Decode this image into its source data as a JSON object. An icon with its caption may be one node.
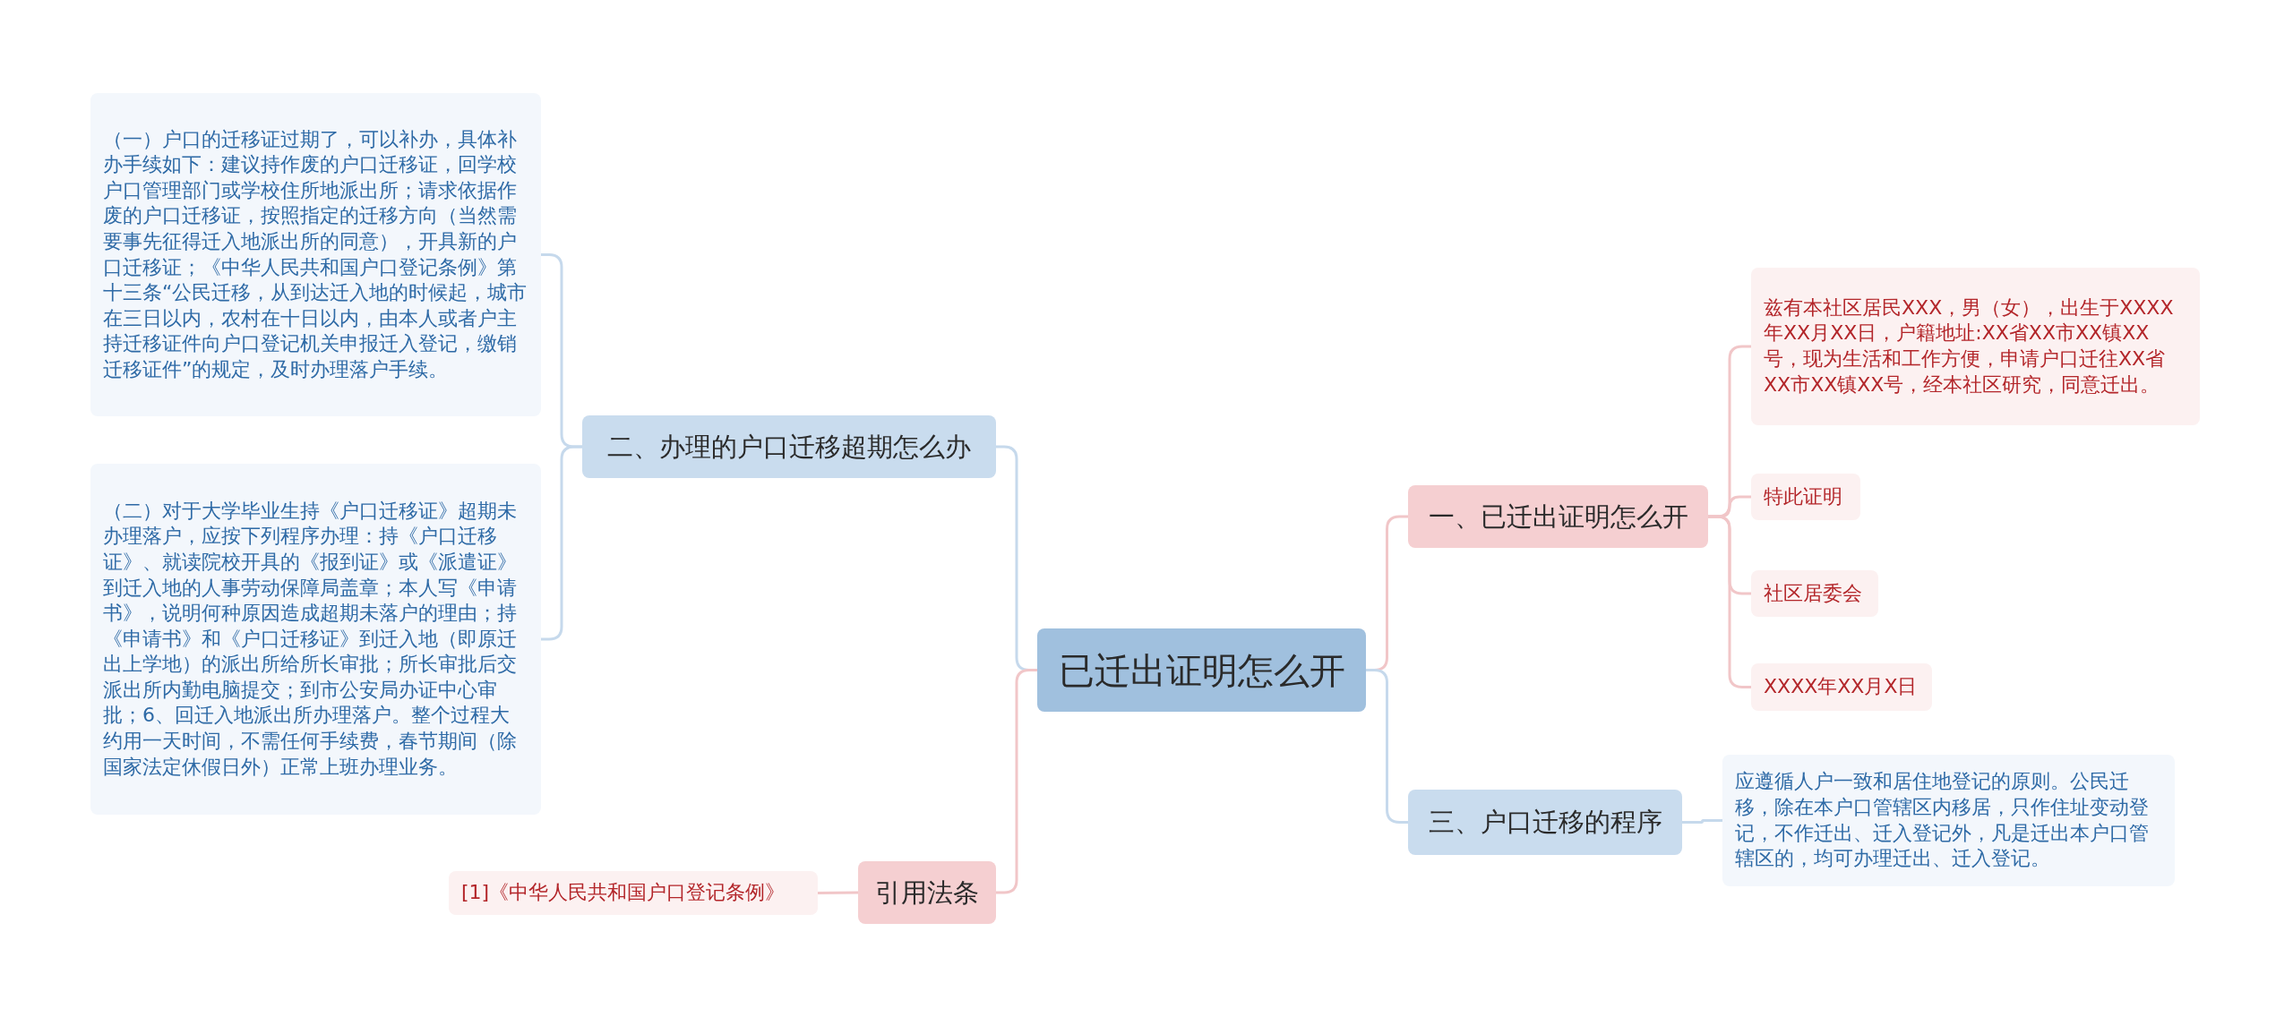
{
  "diagram": {
    "nodes": [
      {
        "text": [
          "已迁出证明怎么开"
        ]
      },
      {
        "text": [
          "一、已迁出证明怎么开"
        ]
      },
      {
        "text": [
          "兹有本社区居民XXX，男（女），出生于XXXX年XX月XX日，户籍地址:XX省XX市XX镇XX号，现为生活和工作方便，申请户口迁往XX省XX市XX镇XX号，经本社区研究，同意迁出。"
        ]
      },
      {
        "text": [
          "特此证明"
        ]
      },
      {
        "text": [
          "社区居委会"
        ]
      },
      {
        "text": [
          "XXXX年XX月X日"
        ]
      },
      {
        "text": [
          "三、户口迁移的程序"
        ]
      },
      {
        "text": [
          "应遵循人户一致和居住地登记的原则。公民迁移，除在本户口管辖区内移居，只作住址变动登记，不作迁出、迁入登记外，凡是迁出本户口管辖区的，均可办理迁出、迁入登记。"
        ]
      },
      {
        "text": [
          "二、办理的户口迁移超期怎么办"
        ]
      },
      {
        "text": [
          "（一）户口的迁移证过期了，可以补办，具体补办手续如下：建议持作废的户口迁移证，回学校户口管理部门或学校住所地派出所；请求依据作废的户口迁移证，按照指定的迁移方向（当然需要事先征得迁入地派出所的同意），开具新的户口迁移证；《中华人民共和国户口登记条例》第十三条“公民迁移，从到达迁入地的时候起，城市在三日以内，农村在十日以内，由本人或者户主持迁移证件向户口登记机关申报迁入登记，缴销迁移证件”的规定，及时办理落户手续。"
        ]
      },
      {
        "text": [
          "（二）对于大学毕业生持《户口迁移证》超期未办理落户，应按下列程序办理：持《户口迁移证》、就读院校开具的《报到证》或《派遣证》到迁入地的人事劳动保障局盖章；本人写《申请书》，说明何种原因造成超期未落户的理由；持《申请书》和《户口迁移证》到迁入地（即原迁出上学地）的派出所给所长审批；所长审批后交派出所内勤电脑提交；到市公安局办证中心审批；6、回迁入地派出所办理落户。整个过程大约用一天时间，不需任何手续费，春节期间（除国家法定休假日外）正常上班办理业务。"
        ]
      },
      {
        "text": [
          "引用法条"
        ]
      },
      {
        "text": [
          "[1]《中华人民共和国户口登记条例》"
        ]
      }
    ],
    "edges": [
      {
        "from": 0,
        "to": 1,
        "arrow": "none"
      },
      {
        "from": 1,
        "to": 2,
        "arrow": "none"
      },
      {
        "from": 1,
        "to": 3,
        "arrow": "none"
      },
      {
        "from": 1,
        "to": 4,
        "arrow": "none"
      },
      {
        "from": 1,
        "to": 5,
        "arrow": "none"
      },
      {
        "from": 0,
        "to": 6,
        "arrow": "none",
        "color": "#c6d9ec"
      },
      {
        "from": 6,
        "to": 7,
        "arrow": "none",
        "color": "#c6d9ec"
      },
      {
        "from": 0,
        "to": 8,
        "arrow": "none",
        "color": "#c6d9ec"
      },
      {
        "from": 8,
        "to": 9,
        "arrow": "none",
        "color": "#c6d9ec"
      },
      {
        "from": 8,
        "to": 10,
        "arrow": "none",
        "color": "#c6d9ec"
      },
      {
        "from": 0,
        "to": 11,
        "arrow": "none"
      },
      {
        "from": 11,
        "to": 12,
        "arrow": "none"
      }
    ]
  }
}
